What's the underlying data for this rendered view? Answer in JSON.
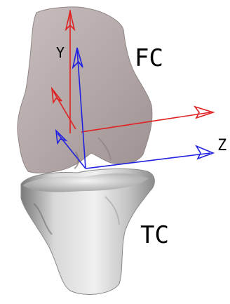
{
  "labels": {
    "femoral": "FC",
    "tibial": "TC",
    "axis_y": "Y",
    "axis_z": "Z"
  },
  "colors": {
    "femur": "#b8acac",
    "tibia": "#c8c8c8",
    "red_axes": "#e02020",
    "blue_axes": "#2020e0"
  }
}
